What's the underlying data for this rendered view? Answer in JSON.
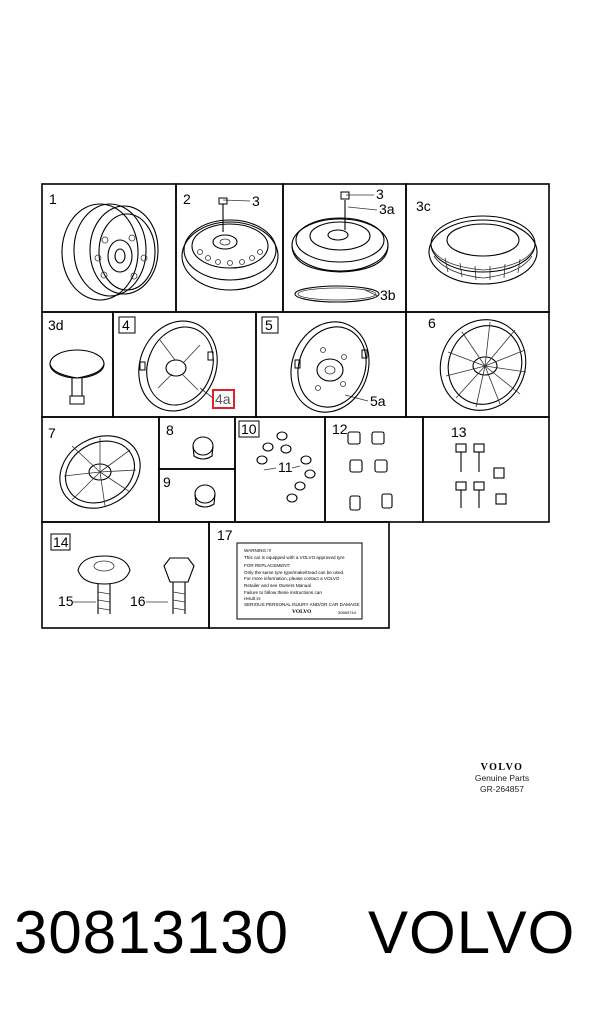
{
  "callouts": {
    "c1": "1",
    "c2": "2",
    "c3a": "3",
    "c3b": "3",
    "c3a_sub": "3a",
    "c3b_sub": "3b",
    "c3c": "3c",
    "c3d": "3d",
    "c4": "4",
    "c4a": "4a",
    "c5": "5",
    "c5a": "5a",
    "c6": "6",
    "c7": "7",
    "c8": "8",
    "c9": "9",
    "c10": "10",
    "c11": "11",
    "c12": "12",
    "c13": "13",
    "c14": "14",
    "c15": "15",
    "c16": "16",
    "c17": "17"
  },
  "warning_label": {
    "lines": [
      "WARNING !!!",
      "This car is equipped with a VOLVO approved tyre",
      "FOR REPLACEMENT:",
      "Only the same tyre type/make/tread can be used.",
      "For more information, please contact a VOLVO",
      "Retailer and see Owners Manual",
      "Failure to follow these instructions can",
      "result in:",
      "SERIOUS PERSONAL INJURY AND/OR CAR DAMAGE"
    ],
    "brand": "VOLVO",
    "code": "30669744"
  },
  "brand_block": {
    "logo": "VOLVO",
    "subtitle": "Genuine Parts",
    "ref": "GR-264857"
  },
  "footer": {
    "part_number": "30813130",
    "brand": "VOLVO"
  },
  "colors": {
    "highlight": "#e0202a",
    "line": "#000000"
  }
}
